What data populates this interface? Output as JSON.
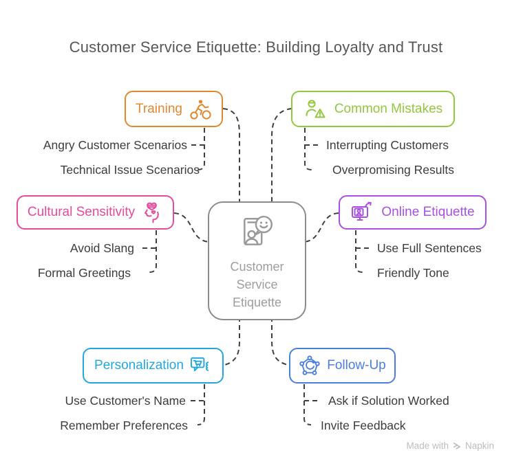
{
  "title": "Customer Service Etiquette: Building Loyalty and Trust",
  "center": {
    "label": "Customer Service Etiquette",
    "icon": "id-card-smiley-icon"
  },
  "branches": [
    {
      "id": "training",
      "label": "Training",
      "color": "#E2862F",
      "icon": "cyclist-icon",
      "items": [
        "Angry Customer Scenarios",
        "Technical Issue Scenarios"
      ]
    },
    {
      "id": "common-mistakes",
      "label": "Common Mistakes",
      "color": "#93C83E",
      "icon": "user-warning-icon",
      "items": [
        "Interrupting Customers",
        "Overpromising Results"
      ]
    },
    {
      "id": "cultural-sensitivity",
      "label": "Cultural Sensitivity",
      "color": "#E7499C",
      "icon": "head-heart-icon",
      "items": [
        "Avoid Slang",
        "Formal Greetings"
      ]
    },
    {
      "id": "online-etiquette",
      "label": "Online Etiquette",
      "color": "#A94FE3",
      "icon": "monitor-user-icon",
      "items": [
        "Use Full Sentences",
        "Friendly Tone"
      ]
    },
    {
      "id": "personalization",
      "label": "Personalization",
      "color": "#21A8DE",
      "icon": "chat-cart-icon",
      "items": [
        "Use Customer's Name",
        "Remember Preferences"
      ]
    },
    {
      "id": "follow-up",
      "label": "Follow-Up",
      "color": "#4A7DE2",
      "icon": "network-refresh-icon",
      "items": [
        "Ask if Solution Worked",
        "Invite Feedback"
      ]
    }
  ],
  "watermark": {
    "prefix": "Made with",
    "brand": "Napkin",
    "icon": "napkin-logo-icon"
  },
  "colors": {
    "connector": "#3E3E3E",
    "title": "#575757",
    "item_text": "#3C3C3C",
    "center_border": "#8C8C8C",
    "center_text": "#9E9E9E",
    "center_icon": "#9A9A9A",
    "watermark": "#BDBDBD"
  }
}
